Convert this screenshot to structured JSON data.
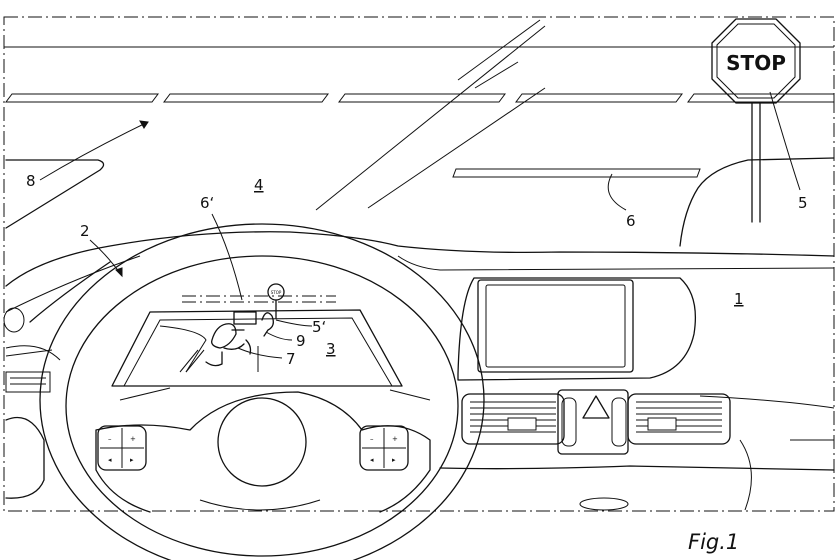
{
  "figure": {
    "caption": "Fig.1",
    "stop_sign_text": "STOP",
    "hud_stop_text": "STOP",
    "labels": {
      "l1": "1",
      "l2": "2",
      "l3": "3",
      "l4": "4",
      "l5": "5",
      "l5p": "5‘",
      "l6": "6",
      "l6p": "6‘",
      "l7": "7",
      "l8": "8",
      "l9": "9"
    },
    "buttons": {
      "left_top_minus": "–",
      "left_top_plus": "+",
      "left_bottom_prev": "◂",
      "left_bottom_next": "▸",
      "right_top_minus": "–",
      "right_top_plus": "+",
      "right_bottom_prev": "◂",
      "right_bottom_next": "▸"
    }
  }
}
